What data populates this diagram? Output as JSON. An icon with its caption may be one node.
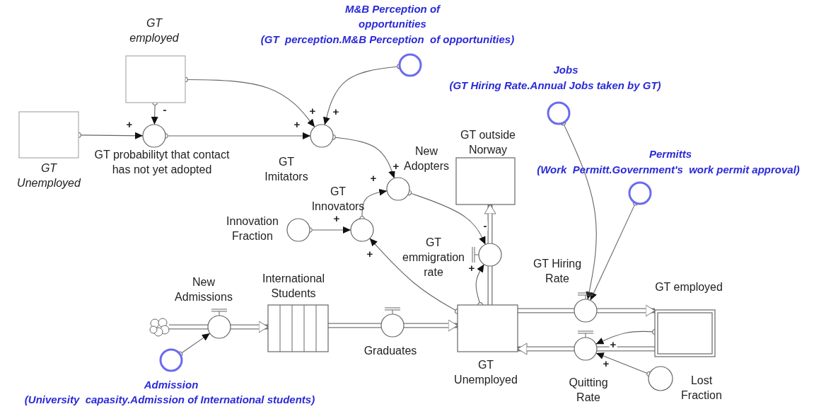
{
  "diagram": {
    "nodes": [
      {
        "text": [
          "GT employed"
        ]
      },
      {
        "text": [
          "GT Unemployed"
        ]
      },
      {
        "text": [
          "GT probabilityt that contact has not yet adopted"
        ]
      },
      {
        "text": [
          "GT Imitators"
        ]
      },
      {
        "text": [
          "M&B Perception of opportunities",
          "(GT  perception.M&B Perception  of opportunities)"
        ]
      },
      {
        "text": [
          "New Adopters"
        ]
      },
      {
        "text": [
          "GT Innovators"
        ]
      },
      {
        "text": [
          "Innovation Fraction"
        ]
      },
      {
        "text": [
          "GT outside Norway"
        ]
      },
      {
        "text": [
          "GT emmigration rate"
        ]
      },
      {
        "text": [
          "Jobs",
          "(GT Hiring Rate.Annual Jobs taken by GT)"
        ]
      },
      {
        "text": [
          "Permitts",
          "(Work  Permitt.Government's  work permit approval)"
        ]
      },
      {
        "text": [
          "New Admissions"
        ]
      },
      {
        "text": [],
        "shape": "cloud"
      },
      {
        "text": [
          "International Students"
        ]
      },
      {
        "text": [
          "Graduates"
        ]
      },
      {
        "text": [
          "GT Unemployed"
        ]
      },
      {
        "text": [
          "GT Hiring Rate"
        ]
      },
      {
        "text": [
          "GT employed"
        ]
      },
      {
        "text": [
          "Quitting Rate"
        ]
      },
      {
        "text": [
          "Lost Fraction"
        ]
      },
      {
        "text": [
          "Admission",
          "(University  capasity.Admission of International students)"
        ]
      }
    ],
    "edges": [
      {
        "from": 0,
        "to": 2,
        "arrow": "to",
        "label": "-"
      },
      {
        "from": 1,
        "to": 2,
        "arrow": "to",
        "label": "+"
      },
      {
        "from": 0,
        "to": 3,
        "arrow": "to",
        "label": "+"
      },
      {
        "from": 2,
        "to": 3,
        "arrow": "to",
        "label": "+"
      },
      {
        "from": 4,
        "to": 3,
        "arrow": "to",
        "label": "+"
      },
      {
        "from": 3,
        "to": 5,
        "arrow": "to",
        "label": "+"
      },
      {
        "from": 6,
        "to": 5,
        "arrow": "to",
        "label": "+"
      },
      {
        "from": 7,
        "to": 6,
        "arrow": "to",
        "label": "+"
      },
      {
        "from": 16,
        "to": 6,
        "arrow": "to",
        "label": "+"
      },
      {
        "from": 5,
        "to": 9,
        "arrow": "to",
        "label": "-"
      },
      {
        "from": 16,
        "to": 9,
        "arrow": "to",
        "label": "+"
      },
      {
        "from": 10,
        "to": 17,
        "arrow": "to"
      },
      {
        "from": 11,
        "to": 17,
        "arrow": "to"
      },
      {
        "from": 21,
        "to": 12,
        "arrow": "to"
      },
      {
        "from": 18,
        "to": 19,
        "arrow": "to",
        "label": "+"
      },
      {
        "from": 20,
        "to": 19,
        "arrow": "to",
        "label": "+"
      },
      {
        "from": 13,
        "to": 12,
        "arrow": "none",
        "style": "thick"
      },
      {
        "from": 12,
        "to": 14,
        "arrow": "to",
        "style": "thick"
      },
      {
        "from": 14,
        "to": 15,
        "arrow": "none",
        "style": "thick"
      },
      {
        "from": 15,
        "to": 16,
        "arrow": "to",
        "style": "thick"
      },
      {
        "from": 16,
        "to": 17,
        "arrow": "none",
        "style": "thick"
      },
      {
        "from": 17,
        "to": 18,
        "arrow": "to",
        "style": "thick"
      },
      {
        "from": 18,
        "to": 19,
        "arrow": "none",
        "style": "thick"
      },
      {
        "from": 19,
        "to": 16,
        "arrow": "to",
        "style": "thick"
      },
      {
        "from": 16,
        "to": 9,
        "arrow": "none",
        "style": "thick"
      },
      {
        "from": 9,
        "to": 8,
        "arrow": "to",
        "style": "thick"
      }
    ]
  }
}
